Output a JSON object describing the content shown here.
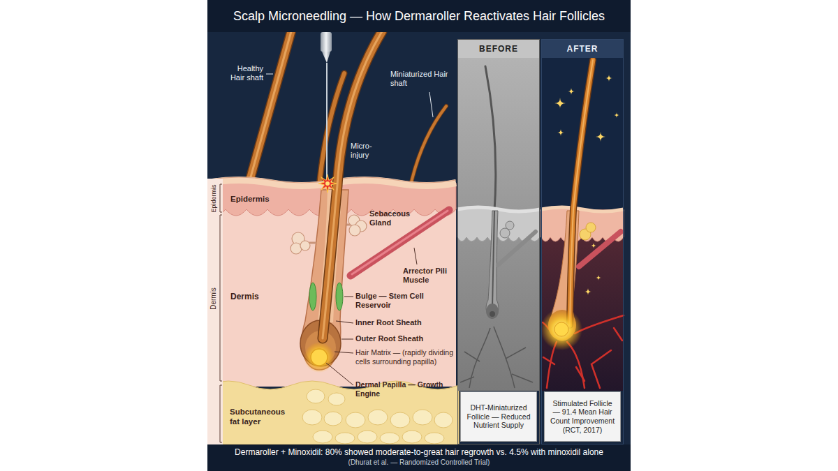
{
  "diagram": {
    "title": "Scalp Microneedling — How Dermaroller Reactivates Hair Follicles",
    "caption": "Dermaroller + Minoxidil: 80% showed moderate-to-great hair regrowth vs. 4.5% with minoxidil alone",
    "nodes": [
      {
        "text": [
          "BEFORE"
        ]
      },
      {
        "text": [
          "DHT-Miniaturized Follicle — Reduced Nutrient Supply"
        ],
        "in": 0
      },
      {
        "text": [
          "AFTER"
        ]
      },
      {
        "text": [
          "Stimulated Follicle — 91.4 Mean Hair Count Improvement (RCT, 2017)"
        ],
        "in": 2
      }
    ],
    "labels": [
      "Healthy Hair shaft",
      "Miniaturized Hair shaft",
      "Micro-injury",
      "Epidermis",
      "Dermis",
      "Epidermis",
      "Sebaceous Gland",
      "Arrector Pili Muscle",
      "Dermis",
      "Bulge — Stem Cell Reservoir",
      "Inner Root Sheath",
      "Outer Root Sheath",
      "Hair Matrix — (rapidly dividing cells surrounding papilla)",
      "Dermal Papilla — Growth Engine",
      "Subcutaneous fat layer",
      "(Dhurat et al. — Randomized Controlled Trial)"
    ]
  }
}
